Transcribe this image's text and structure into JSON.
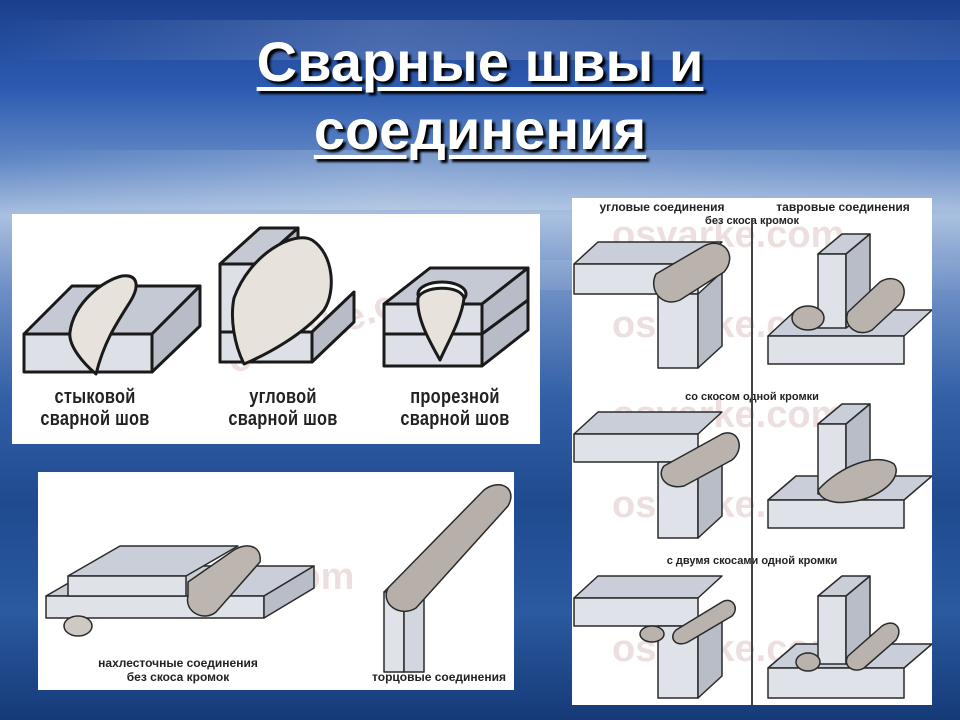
{
  "slide": {
    "title_line1": "Сварные швы и",
    "title_line2": "соединения"
  },
  "panel_butt": {
    "label_butt_1": "стыковой",
    "label_butt_2": "сварной шов",
    "label_fillet_1": "угловой",
    "label_fillet_2": "сварной шов",
    "label_slot_1": "прорезной",
    "label_slot_2": "сварной шов",
    "watermark": "osvarke.com"
  },
  "panel_lap": {
    "label_lap_1": "нахлесточные соединения",
    "label_lap_2": "без скоса кромок",
    "label_edge": "торцовые соединения",
    "watermark": "osvarke.com"
  },
  "panel_corner": {
    "header_corner": "угловые соединения",
    "header_tee": "тавровые соединения",
    "row1": "без скоса кромок",
    "row2": "со скосом одной кромки",
    "row3": "с двумя скосами одной кромки",
    "watermark": "osvarke.com"
  },
  "colors": {
    "plate_top": "#c9ced8",
    "plate_front": "#dadee6",
    "weld": "#d8d2cc",
    "outline": "#1a1a1a"
  }
}
